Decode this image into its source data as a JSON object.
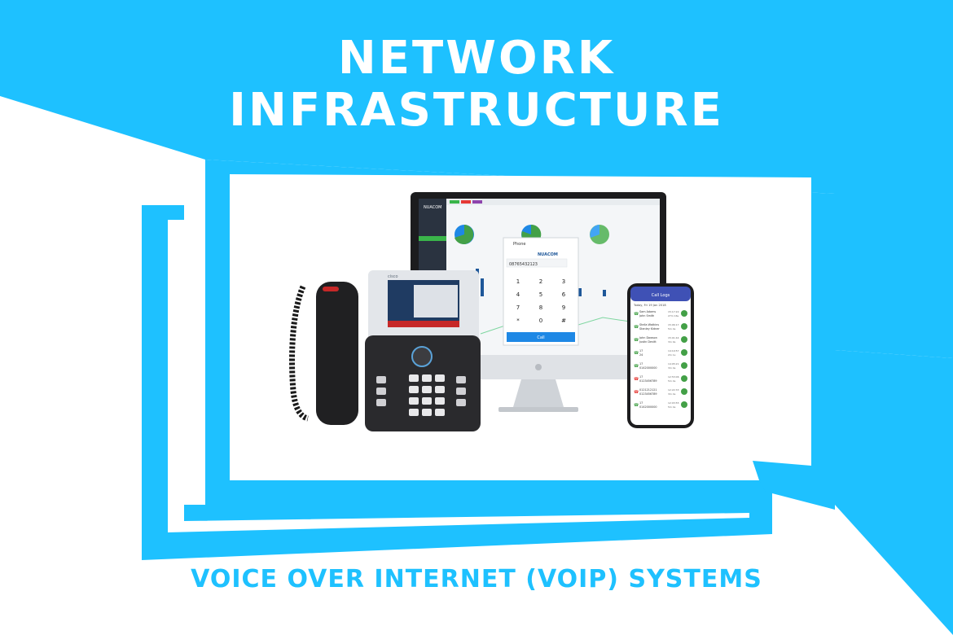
{
  "poster": {
    "title_line1": "NETWORK",
    "title_line2": "INFRASTRUCTURE",
    "subtitle": "VOICE OVER INTERNET (VOIP) SYSTEMS"
  },
  "colors": {
    "accent": "#1ec1ff",
    "dark": "#1a1a1a",
    "white": "#ffffff"
  },
  "monitor": {
    "brand": "NUACOM",
    "dialer_title": "Phone",
    "dialer_number": "08765432123",
    "keypad": [
      "1",
      "2",
      "3",
      "4",
      "5",
      "6",
      "7",
      "8",
      "9",
      "*",
      "0",
      "#"
    ],
    "call_button": "Call"
  },
  "smartphone": {
    "header": "Call Logs",
    "date": "Today, Fri 19 Jan 2018",
    "logs": [
      {
        "from": "Sam Adams",
        "to": "John Smith",
        "time": "15:17:22",
        "dur": "27m 16s"
      },
      {
        "from": "Stella Watkins",
        "to": "Stanley Kidner",
        "time": "15:06:17",
        "dur": "5m 4s"
      },
      {
        "from": "John Dawson",
        "to": "Justin Devitt",
        "time": "15:01:44",
        "dur": "3m 9s"
      },
      {
        "from": "17",
        "to": "24",
        "time": "14:19:57",
        "dur": "2m 1s"
      },
      {
        "from": "17",
        "to": "0142000000",
        "time": "14:05:21",
        "dur": "3m 4s"
      },
      {
        "from": "17",
        "to": "0123456789",
        "time": "12:53:06",
        "dur": "5m 4s"
      },
      {
        "from": "0121212121",
        "to": "0123456789",
        "time": "12:22:33",
        "dur": "3m 4s"
      },
      {
        "from": "17",
        "to": "0142000000",
        "time": "12:03:55",
        "dur": "5m 4s"
      }
    ]
  },
  "deskphone": {
    "brand": "cisco"
  }
}
